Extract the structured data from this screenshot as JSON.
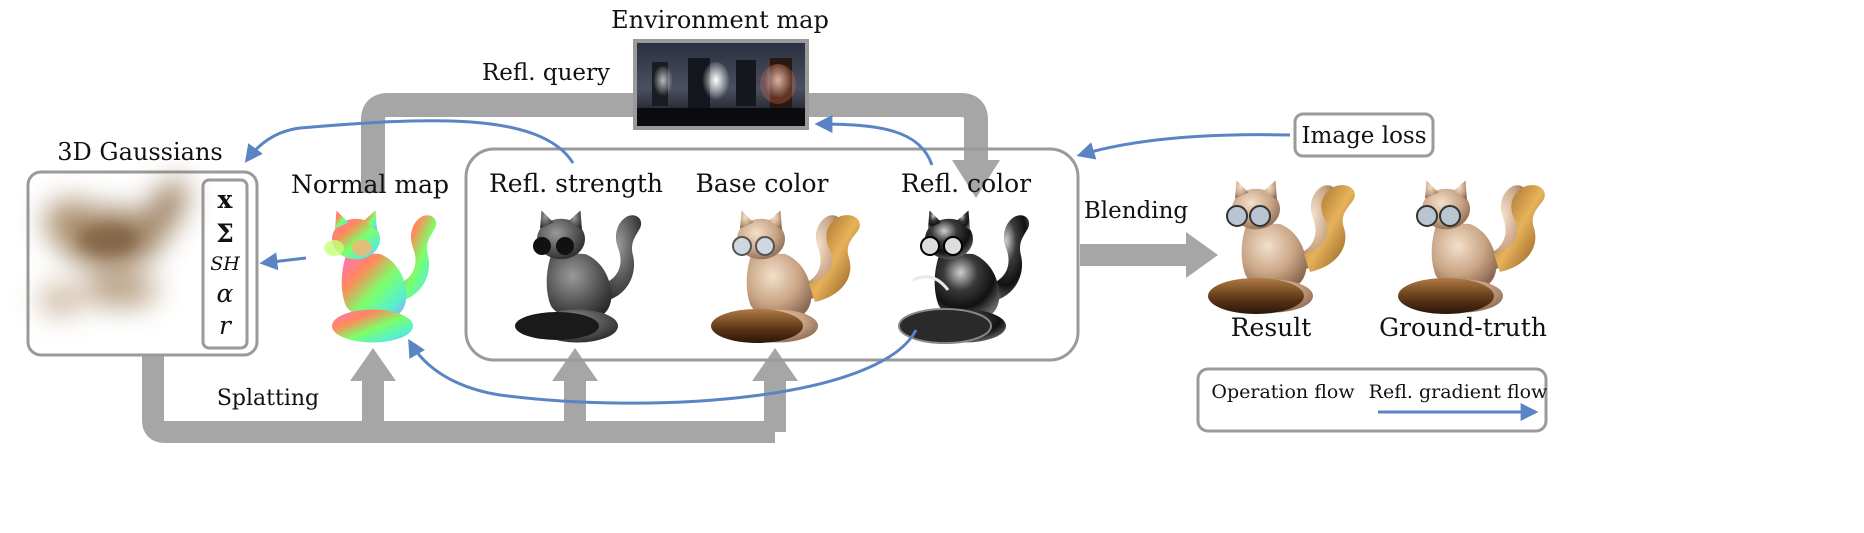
{
  "labels": {
    "environment_map": "Environment map",
    "refl_query": "Refl. query",
    "gaussians_3d": "3D Gaussians",
    "normal_map": "Normal map",
    "refl_strength": "Refl. strength",
    "base_color": "Base color",
    "refl_color": "Refl. color",
    "blending": "Blending",
    "image_loss": "Image loss",
    "result": "Result",
    "ground_truth": "Ground-truth",
    "splatting": "Splatting"
  },
  "params": {
    "x": "x",
    "sigma": "Σ",
    "sh": "SH",
    "alpha": "α",
    "r": "r"
  },
  "legend": {
    "operation_flow": "Operation flow",
    "gradient_flow": "Refl. gradient flow"
  },
  "colors": {
    "operation_flow": "#a6a6a6",
    "gradient_flow": "#5b84c4",
    "box_border": "#9a9a9a",
    "gaussian_blob": "#8b6a45"
  },
  "icons": {
    "normal_map": "normal-map-cat-image",
    "refl_strength": "reflection-strength-cat-image",
    "base_color": "base-color-cat-image",
    "refl_color": "reflection-color-cat-image",
    "result": "result-cat-image",
    "ground_truth": "ground-truth-cat-image",
    "environment_map": "environment-map-panorama",
    "gaussians": "gaussian-blob-image"
  }
}
